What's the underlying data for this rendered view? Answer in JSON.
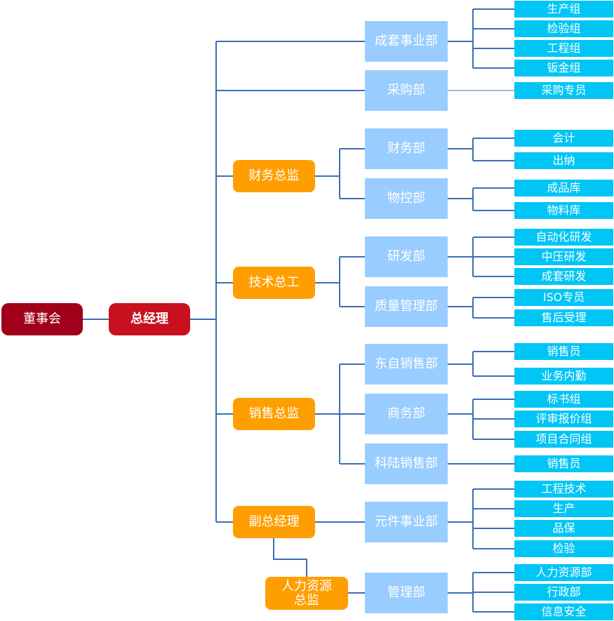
{
  "board": "董事会",
  "general_manager": "总经理",
  "directors": {
    "finance": "财务总监",
    "tech": "技术总工",
    "sales": "销售总监",
    "deputy": "副总经理",
    "hr_line1": "人力资源",
    "hr_line2": "总监"
  },
  "departments": {
    "complete_set": "成套事业部",
    "purchasing": "采购部",
    "finance": "财务部",
    "material_control": "物控部",
    "rnd": "研发部",
    "quality": "质量管理部",
    "dongzi_sales": "东自销售部",
    "business": "商务部",
    "kelu_sales": "科陆销售部",
    "components": "元件事业部",
    "management": "管理部"
  },
  "teams": {
    "complete_set": [
      "生产组",
      "检验组",
      "工程组",
      "钣金组"
    ],
    "purchasing": [
      "采购专员"
    ],
    "finance": [
      "会计",
      "出纳"
    ],
    "material_control": [
      "成品库",
      "物料库"
    ],
    "rnd": [
      "自动化研发",
      "中压研发",
      "成套研发"
    ],
    "quality": [
      "ISO专员",
      "售后受理"
    ],
    "dongzi_sales": [
      "销售员",
      "业务内勤"
    ],
    "business": [
      "标书组",
      "评审报价组",
      "项目合同组"
    ],
    "kelu_sales": [
      "销售员"
    ],
    "components": [
      "工程技术",
      "生产",
      "品保",
      "检验"
    ],
    "management": [
      "人力资源部",
      "行政部",
      "信息安全"
    ]
  }
}
